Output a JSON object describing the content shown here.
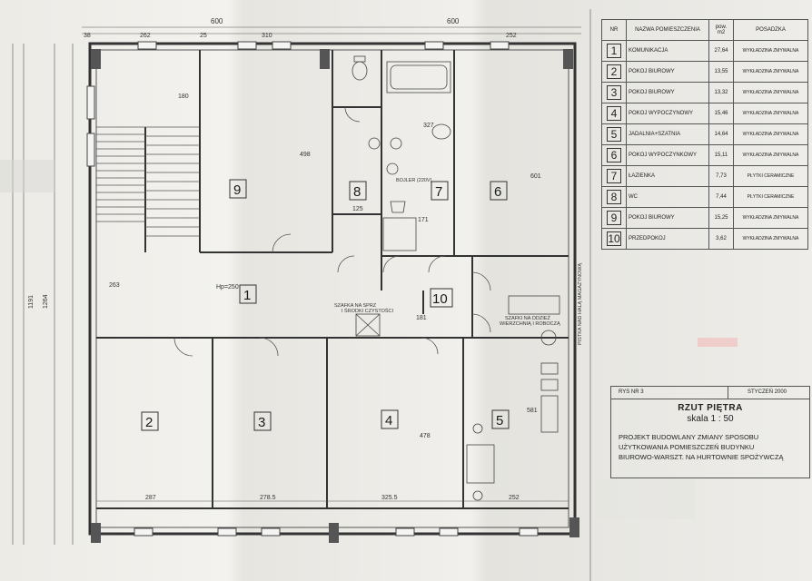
{
  "table": {
    "headers": [
      "NR",
      "NAZWA POMIESZCZENIA",
      "pow. m2",
      "POSADZKA"
    ],
    "rows": [
      {
        "nr": "1",
        "name": "KOMUNIKACJA",
        "area": "27,64",
        "floor": "WYKŁADZINA ZMYWALNA"
      },
      {
        "nr": "2",
        "name": "POKOJ BIUROWY",
        "area": "13,55",
        "floor": "WYKŁADZINA ZMYWALNA"
      },
      {
        "nr": "3",
        "name": "POKOJ BIUROWY",
        "area": "13,32",
        "floor": "WYKŁADZINA ZMYWALNA"
      },
      {
        "nr": "4",
        "name": "POKOJ WYPOCZYNOWY",
        "area": "15,46",
        "floor": "WYKŁADZINA ZMYWALNA"
      },
      {
        "nr": "5",
        "name": "JADALNIA+SZATNIA",
        "area": "14,64",
        "floor": "WYKŁADZINA ZMYWALNA"
      },
      {
        "nr": "6",
        "name": "POKOJ WYPOCZYNKOWY",
        "area": "15,11",
        "floor": "WYKŁADZINA ZMYWALNA"
      },
      {
        "nr": "7",
        "name": "ŁAZIENKA",
        "area": "7,73",
        "floor": "PŁYTKI CERAMICZNE"
      },
      {
        "nr": "8",
        "name": "WC",
        "area": "7,44",
        "floor": "PŁYTKI CERAMICZNE"
      },
      {
        "nr": "9",
        "name": "POKOJ BIUROWY",
        "area": "15,25",
        "floor": "WYKŁADZINA ZMYWALNA"
      },
      {
        "nr": "10",
        "name": "PRZEDPOKOJ",
        "area": "3,62",
        "floor": "WYKŁADZINA ZMYWALNA"
      }
    ]
  },
  "title_block": {
    "figure": "RYS NR 3",
    "date": "STYCZEŃ 2000",
    "title": "RZUT PIĘTRA",
    "scale": "skala 1 : 50",
    "project_lines": [
      "PROJEKT BUDOWLANY ZMIANY SPOSOBU",
      "UŻYTKOWANIA POMIESZCZEŃ BUDYNKU",
      "BIUROWO-WARSZT. NA HURTOWNIE SPOŻYWCZĄ"
    ]
  },
  "plan": {
    "room_labels": {
      "1": "1",
      "2": "2",
      "3": "3",
      "4": "4",
      "5": "5",
      "6": "6",
      "7": "7",
      "8": "8",
      "9": "9",
      "10": "10"
    },
    "dims": {
      "top_600_left": "600",
      "top_600_right": "600",
      "top_38": "38",
      "top_262": "262",
      "top_25": "25",
      "top_310": "310",
      "top_252": "252",
      "hp": "Hp=250",
      "v_498": "498",
      "v_180": "180",
      "v_327": "327",
      "v_601": "601",
      "v_171": "171",
      "h_125": "125",
      "v_263": "263",
      "h_181": "181",
      "v_478": "478",
      "v_581": "581",
      "b_287": "287",
      "b_278_5": "278.5",
      "b_325_5": "325.5",
      "b_252": "252",
      "v_1191": "1191",
      "v_1264": "1264"
    },
    "notes": {
      "boiler": "BOJLER (220V)",
      "cabinet_1": "SZAFKA NA SPRZ",
      "cabinet_2": "I ŚRODKI CZYSTOŚCI",
      "cabinet_3": "SZAFKI NA ODZIEŻ",
      "cabinet_4": "WIERZCHNIĄ I ROBOCZĄ",
      "hall": "PISTKA NAD HALĄ MAGAZYNOWĄ"
    }
  }
}
